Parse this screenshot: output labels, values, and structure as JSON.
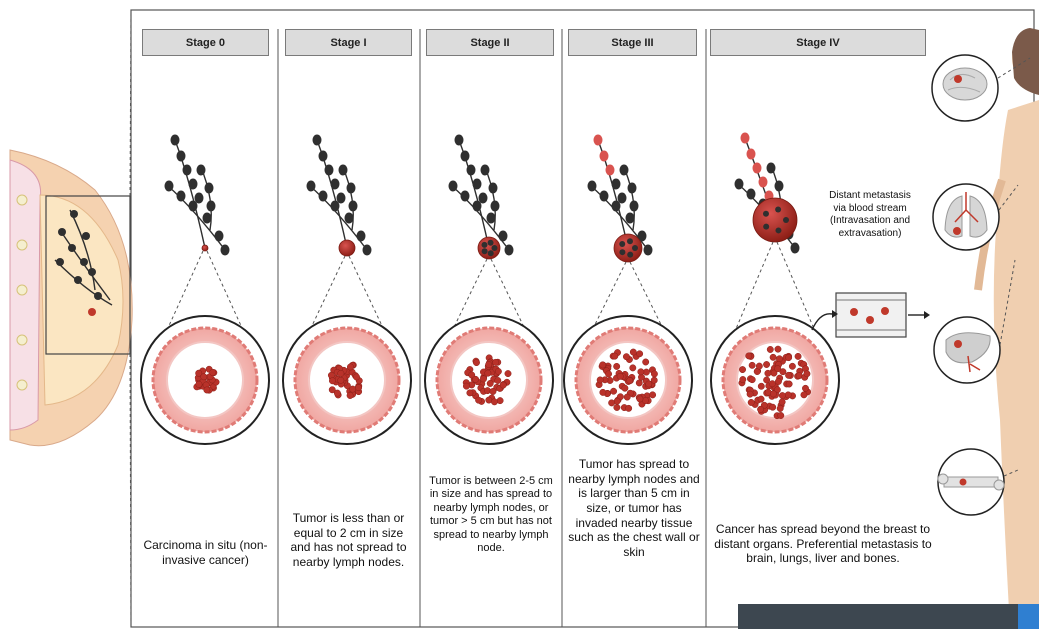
{
  "stages": [
    {
      "label": "Stage 0",
      "description": "Carcinoma in situ (non-invasive cancer)"
    },
    {
      "label": "Stage I",
      "description": "Tumor is less than or equal to 2 cm in size and has not spread to nearby lymph nodes."
    },
    {
      "label": "Stage II",
      "description": "Tumor is between 2-5 cm in size and has spread to nearby lymph nodes, or tumor > 5 cm but has not spread to nearby lymph node."
    },
    {
      "label": "Stage III",
      "description": "Tumor has spread to nearby lymph nodes and is larger than 5 cm in size, or tumor has invaded nearby tissue such as the chest wall or skin"
    },
    {
      "label": "Stage IV",
      "description": "Cancer has spread beyond the breast to distant organs. Preferential metastasis to brain, lungs, liver and bones."
    }
  ],
  "metastasis_label": "Distant metastasis via blood stream (Intravasation and extravasation)",
  "organs": [
    "brain",
    "lungs",
    "liver",
    "bone"
  ],
  "colors": {
    "tumor": "#c0392b",
    "node": "#2f2f2f",
    "tissue": "#f2b8b5",
    "skin": "#efc9a8"
  }
}
